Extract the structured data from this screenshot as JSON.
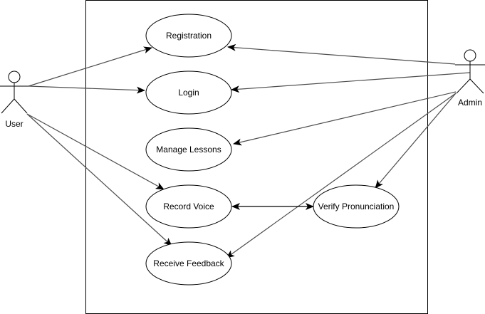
{
  "actors": {
    "user": {
      "label": "User"
    },
    "admin": {
      "label": "Admin"
    }
  },
  "usecases": {
    "registration": {
      "label": "Registration"
    },
    "login": {
      "label": "Login"
    },
    "manage_lessons": {
      "label": "Manage Lessons"
    },
    "record_voice": {
      "label": "Record Voice"
    },
    "receive_feedback": {
      "label": "Receive Feedback"
    },
    "verify_pronunciation": {
      "label": "Verify Pronunciation"
    }
  },
  "colors": {
    "line": "#000000",
    "association": "#4d4d4d",
    "fill": "#ffffff"
  }
}
